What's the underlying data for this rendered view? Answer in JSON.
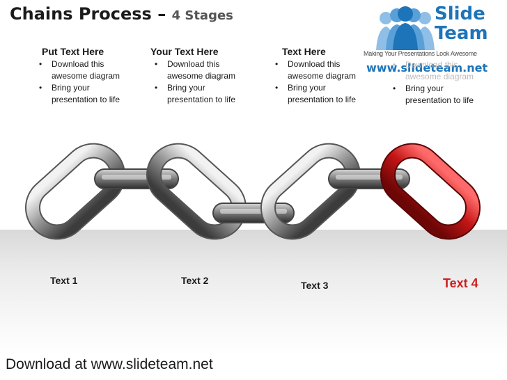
{
  "slide": {
    "title": "Chains Process",
    "title_sep": " – ",
    "subtitle": "4 Stages"
  },
  "logo": {
    "name_line1": "Slide",
    "name_line2": "Team",
    "tagline": "Making Your Presentations Look Awesome",
    "url": "www.slideteam.net",
    "icon": "people-group-icon",
    "color": "#1d74b8"
  },
  "columns": [
    {
      "heading": "Put Text Here",
      "bullets": [
        "Download this awesome diagram",
        "Bring your presentation to life"
      ]
    },
    {
      "heading": "Your Text Here",
      "bullets": [
        "Download this awesome diagram",
        "Bring your presentation to life"
      ]
    },
    {
      "heading": "Text Here",
      "bullets": [
        "Download this awesome diagram",
        "Bring your presentation to life"
      ]
    },
    {
      "heading": "",
      "bullets": [
        "Download this awesome diagram",
        "Bring your presentation to life"
      ]
    }
  ],
  "stages": [
    {
      "label": "Text 1",
      "color": "#1a1a1a"
    },
    {
      "label": "Text 2",
      "color": "#1a1a1a"
    },
    {
      "label": "Text 3",
      "color": "#1a1a1a"
    },
    {
      "label": "Text 4",
      "color": "#cc1f1f"
    }
  ],
  "colors": {
    "chain_gray": "#8c8c8c",
    "chain_red": "#c41616"
  },
  "footer": "Download at www.slideteam.net"
}
